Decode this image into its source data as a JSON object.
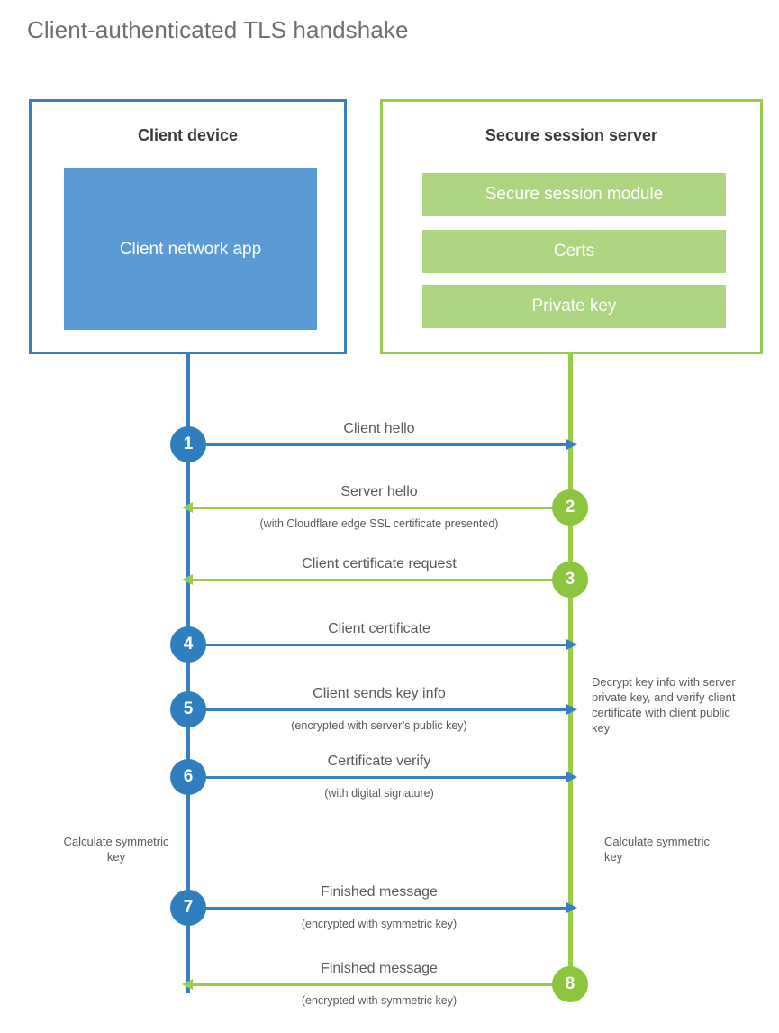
{
  "title": "Client-authenticated TLS handshake",
  "colors": {
    "client_border": "#3C7FC0",
    "client_fill": "#5B9BD5",
    "client_circle": "#2F7EC0",
    "server_border": "#9ACB4D",
    "server_fill": "#AED581",
    "server_circle": "#8CC63E",
    "text": "#58595B",
    "title_text": "#6E6F72",
    "background": "#FFFFFF"
  },
  "actors": {
    "client": {
      "title": "Client device",
      "blocks": [
        {
          "label": "Client network app"
        }
      ]
    },
    "server": {
      "title": "Secure session server",
      "blocks": [
        {
          "label": "Secure session module"
        },
        {
          "label": "Certs"
        },
        {
          "label": "Private key"
        }
      ]
    }
  },
  "steps": [
    {
      "number": "1",
      "side": "client",
      "direction": "to-server",
      "label": "Client hello",
      "sub": ""
    },
    {
      "number": "2",
      "side": "server",
      "direction": "to-client",
      "label": "Server hello",
      "sub": "(with Cloudflare edge SSL certificate presented)"
    },
    {
      "number": "3",
      "side": "server",
      "direction": "to-client",
      "label": "Client certificate request",
      "sub": ""
    },
    {
      "number": "4",
      "side": "client",
      "direction": "to-server",
      "label": "Client certificate",
      "sub": ""
    },
    {
      "number": "5",
      "side": "client",
      "direction": "to-server",
      "label": "Client sends key info",
      "sub": "(encrypted with server’s public key)"
    },
    {
      "number": "6",
      "side": "client",
      "direction": "to-server",
      "label": "Certificate verify",
      "sub": "(with digital signature)"
    },
    {
      "number": "7",
      "side": "client",
      "direction": "to-server",
      "label": "Finished message",
      "sub": "(encrypted with symmetric key)"
    },
    {
      "number": "8",
      "side": "server",
      "direction": "to-client",
      "label": "Finished message",
      "sub": "(encrypted with symmetric key)"
    }
  ],
  "notes": {
    "server_decrypt": "Decrypt key info with server private key, and verify client certificate with client public key",
    "client_calculate": "Calculate symmetric key",
    "server_calculate": "Calculate symmetric key"
  }
}
